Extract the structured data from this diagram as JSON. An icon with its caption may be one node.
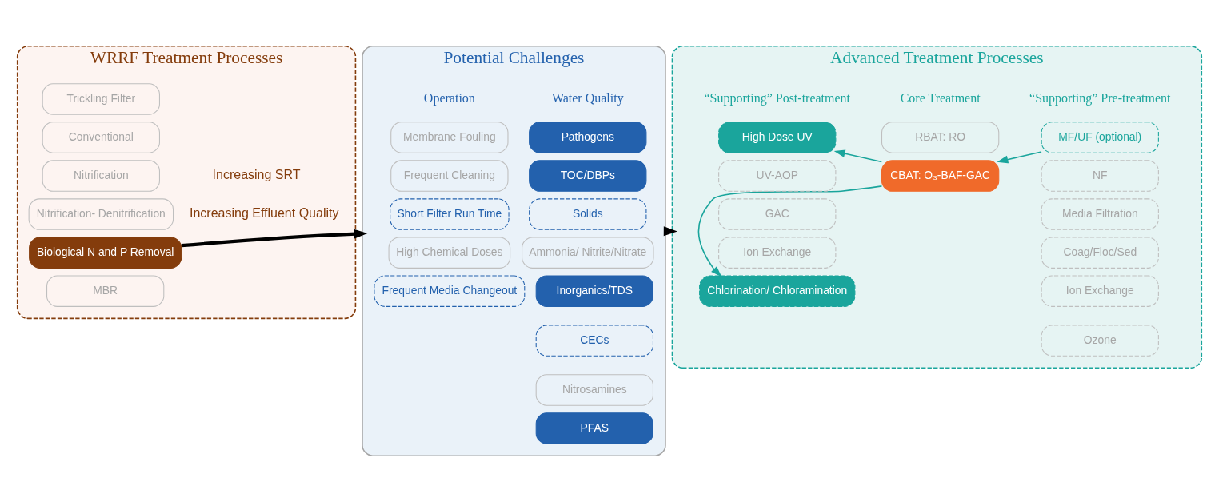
{
  "diagram": {
    "nodes": [
      {
        "text": [
          "WRRF Treatment Processes"
        ]
      },
      {
        "text": [
          "Trickling Filter"
        ],
        "in": 0
      },
      {
        "text": [
          "Conventional"
        ],
        "in": 0
      },
      {
        "text": [
          "Nitrification"
        ],
        "in": 0
      },
      {
        "text": [
          "Nitrification- Denitrification"
        ],
        "in": 0
      },
      {
        "text": [
          "Biological N and P Removal"
        ],
        "in": 0
      },
      {
        "text": [
          "MBR"
        ],
        "in": 0
      },
      {
        "text": [
          "Potential Challenges"
        ]
      },
      {
        "text": [
          "Pathogens"
        ],
        "in": 7
      },
      {
        "text": [
          "TOC/DBPs"
        ],
        "in": 7
      },
      {
        "text": [
          "Solids"
        ],
        "in": 7
      },
      {
        "text": [
          "Ammonia/ Nitrite/Nitrate"
        ],
        "in": 7
      },
      {
        "text": [
          "Inorganics/TDS"
        ],
        "in": 7
      },
      {
        "text": [
          "CECs"
        ],
        "in": 7
      },
      {
        "text": [
          "Nitrosamines"
        ],
        "in": 7
      },
      {
        "text": [
          "PFAS"
        ],
        "in": 7
      },
      {
        "text": [
          "Membrane Fouling"
        ],
        "in": 7
      },
      {
        "text": [
          "Frequent Cleaning"
        ],
        "in": 7
      },
      {
        "text": [
          "Short Filter Run Time"
        ],
        "in": 7
      },
      {
        "text": [
          "High Chemical Doses"
        ],
        "in": 7
      },
      {
        "text": [
          "Frequent Media Changeout"
        ],
        "in": 7
      },
      {
        "text": [
          "Advanced Treatment Processes"
        ]
      },
      {
        "text": [
          "MF/UF (optional)"
        ],
        "in": 21
      },
      {
        "text": [
          "NF"
        ],
        "in": 21
      },
      {
        "text": [
          "Media Filtration"
        ],
        "in": 21
      },
      {
        "text": [
          "Coag/Floc/Sed"
        ],
        "in": 21
      },
      {
        "text": [
          "Ion Exchange"
        ],
        "in": 21
      },
      {
        "text": [
          "Ozone"
        ],
        "in": 21
      },
      {
        "text": [
          "RBAT: RO"
        ],
        "in": 21
      },
      {
        "text": [
          "CBAT: O₃-BAF-GAC"
        ],
        "in": 21
      },
      {
        "text": [
          "High Dose UV"
        ],
        "in": 21
      },
      {
        "text": [
          "UV-AOP"
        ],
        "in": 21
      },
      {
        "text": [
          "GAC"
        ],
        "in": 21
      },
      {
        "text": [
          "Ion Exchange"
        ],
        "in": 21
      },
      {
        "text": [
          "Chlorination/ Chloramination"
        ],
        "in": 21
      }
    ],
    "edges": [
      {
        "from": 5,
        "to": 7,
        "arrow": "to",
        "style": "thick",
        "color": "#000000"
      },
      {
        "from": 7,
        "to": 21,
        "arrow": "to",
        "style": "thick",
        "color": "#000000"
      },
      {
        "from": 22,
        "to": 29,
        "arrow": "to"
      },
      {
        "from": 29,
        "to": 30,
        "arrow": "to"
      },
      {
        "from": 29,
        "to": 34,
        "arrow": "to"
      }
    ],
    "labels": [
      "Water Quality",
      "Operation",
      "“Supporting” Pre-treatment",
      "Core Treatment",
      "“Supporting” Post-treatment",
      "Increasing SRT",
      "Increasing Effluent Quality"
    ]
  }
}
